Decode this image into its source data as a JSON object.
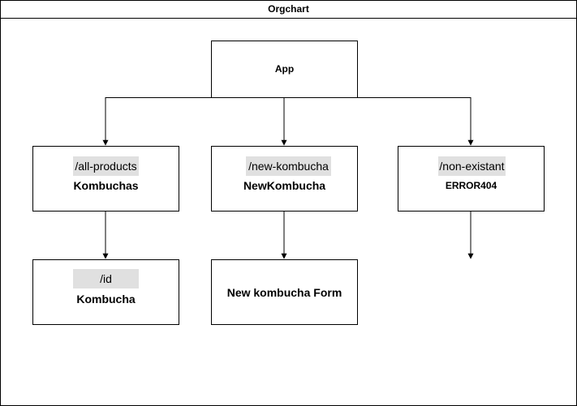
{
  "diagram": {
    "title": "Orgchart",
    "root": {
      "label": "App"
    },
    "children": [
      {
        "route": "/all-products",
        "component": "Kombuchas"
      },
      {
        "route": "/new-kombucha",
        "component": "NewKombucha"
      },
      {
        "route": "/non-existant",
        "component": "ERROR404"
      }
    ],
    "grandchildren": [
      {
        "route": "/id",
        "component": "Kombucha"
      },
      {
        "label": "New kombucha Form"
      }
    ]
  },
  "colors": {
    "border": "#000000",
    "route_highlight": "#e0e0e0",
    "background": "#ffffff"
  }
}
